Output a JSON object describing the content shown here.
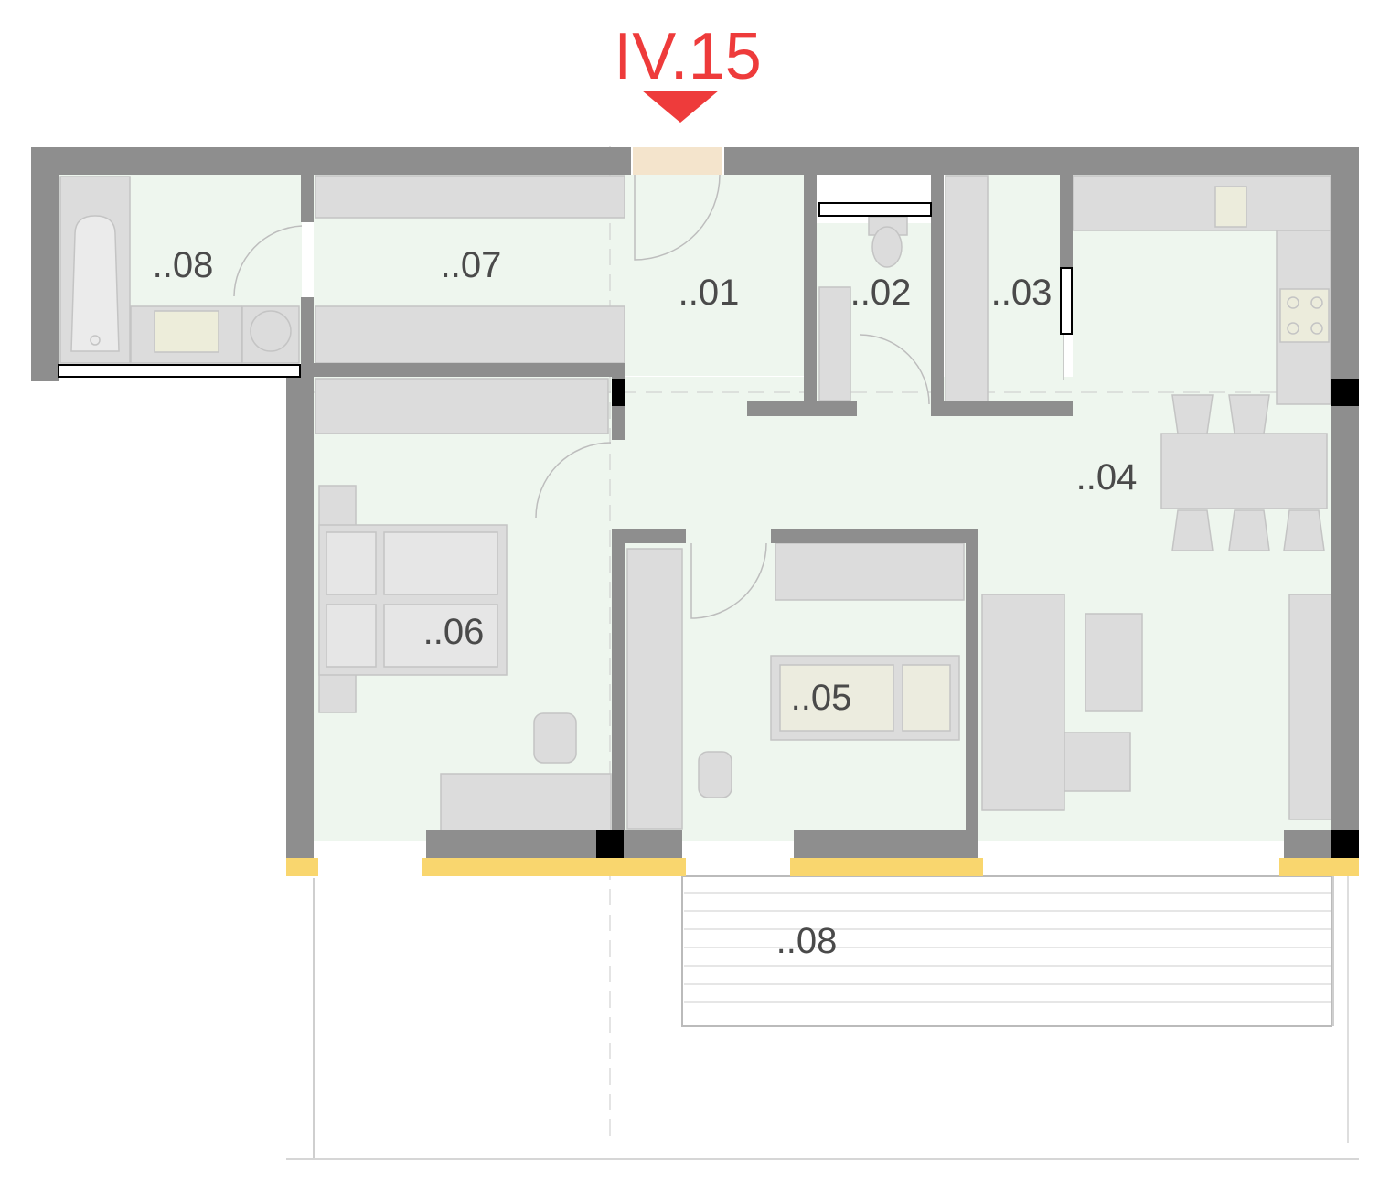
{
  "unit": {
    "title": "IV.15",
    "accent_color": "#ee3b3b",
    "entrance_marker": "triangle-down-icon"
  },
  "colors": {
    "wall": "#8e8e8e",
    "wall_dark": "#000000",
    "floor": "#eef6ee",
    "furniture": "#dcdcdc",
    "window_sill": "#f9d66e",
    "door_mat": "#f4e4cc",
    "label": "#4a4a4a"
  },
  "rooms": [
    {
      "id": "bathroom",
      "label": "..08"
    },
    {
      "id": "hall",
      "label": "..07"
    },
    {
      "id": "entry",
      "label": "..01"
    },
    {
      "id": "wc",
      "label": "..02"
    },
    {
      "id": "storage",
      "label": "..03"
    },
    {
      "id": "living-kitchen",
      "label": "..04"
    },
    {
      "id": "bedroom-small",
      "label": "..05"
    },
    {
      "id": "bedroom",
      "label": "..06"
    },
    {
      "id": "terrace",
      "label": "..08"
    }
  ],
  "fixtures": [
    "bathtub-icon",
    "washbasin-icon",
    "washing-machine-icon",
    "toilet-icon",
    "kitchen-sink-icon",
    "cooktop-icon",
    "dining-table-icon",
    "chair-icon",
    "sofa-icon",
    "wardrobe-icon",
    "double-bed-icon",
    "single-bed-icon",
    "desk-icon",
    "office-chair-icon",
    "tv-cabinet-icon"
  ]
}
